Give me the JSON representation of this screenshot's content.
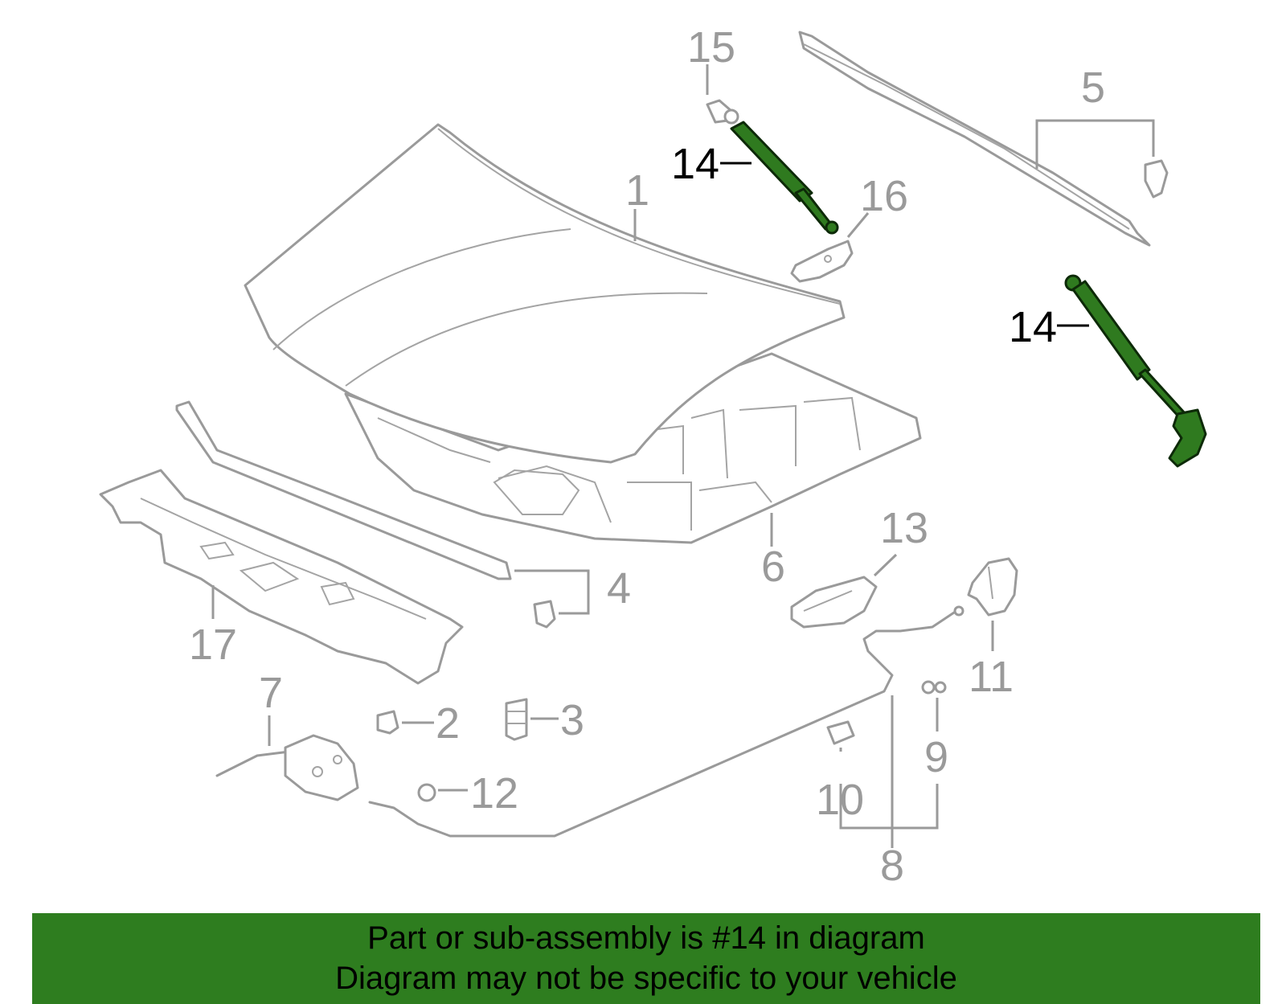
{
  "callouts": {
    "c1": "1",
    "c2": "2",
    "c3": "3",
    "c4": "4",
    "c5": "5",
    "c6": "6",
    "c7": "7",
    "c8": "8",
    "c9": "9",
    "c10": "10",
    "c11": "11",
    "c12": "12",
    "c13": "13",
    "c14a": "14",
    "c14b": "14",
    "c15": "15",
    "c16": "16",
    "c17": "17"
  },
  "highlight_part": "14",
  "colors": {
    "highlight": "#2e7d1f",
    "line_art": "#9a9a9a",
    "callout_highlight": "#000000"
  },
  "banner": {
    "line1": "Part or sub-assembly is #14 in diagram",
    "line2": "Diagram may not be specific to your vehicle"
  }
}
